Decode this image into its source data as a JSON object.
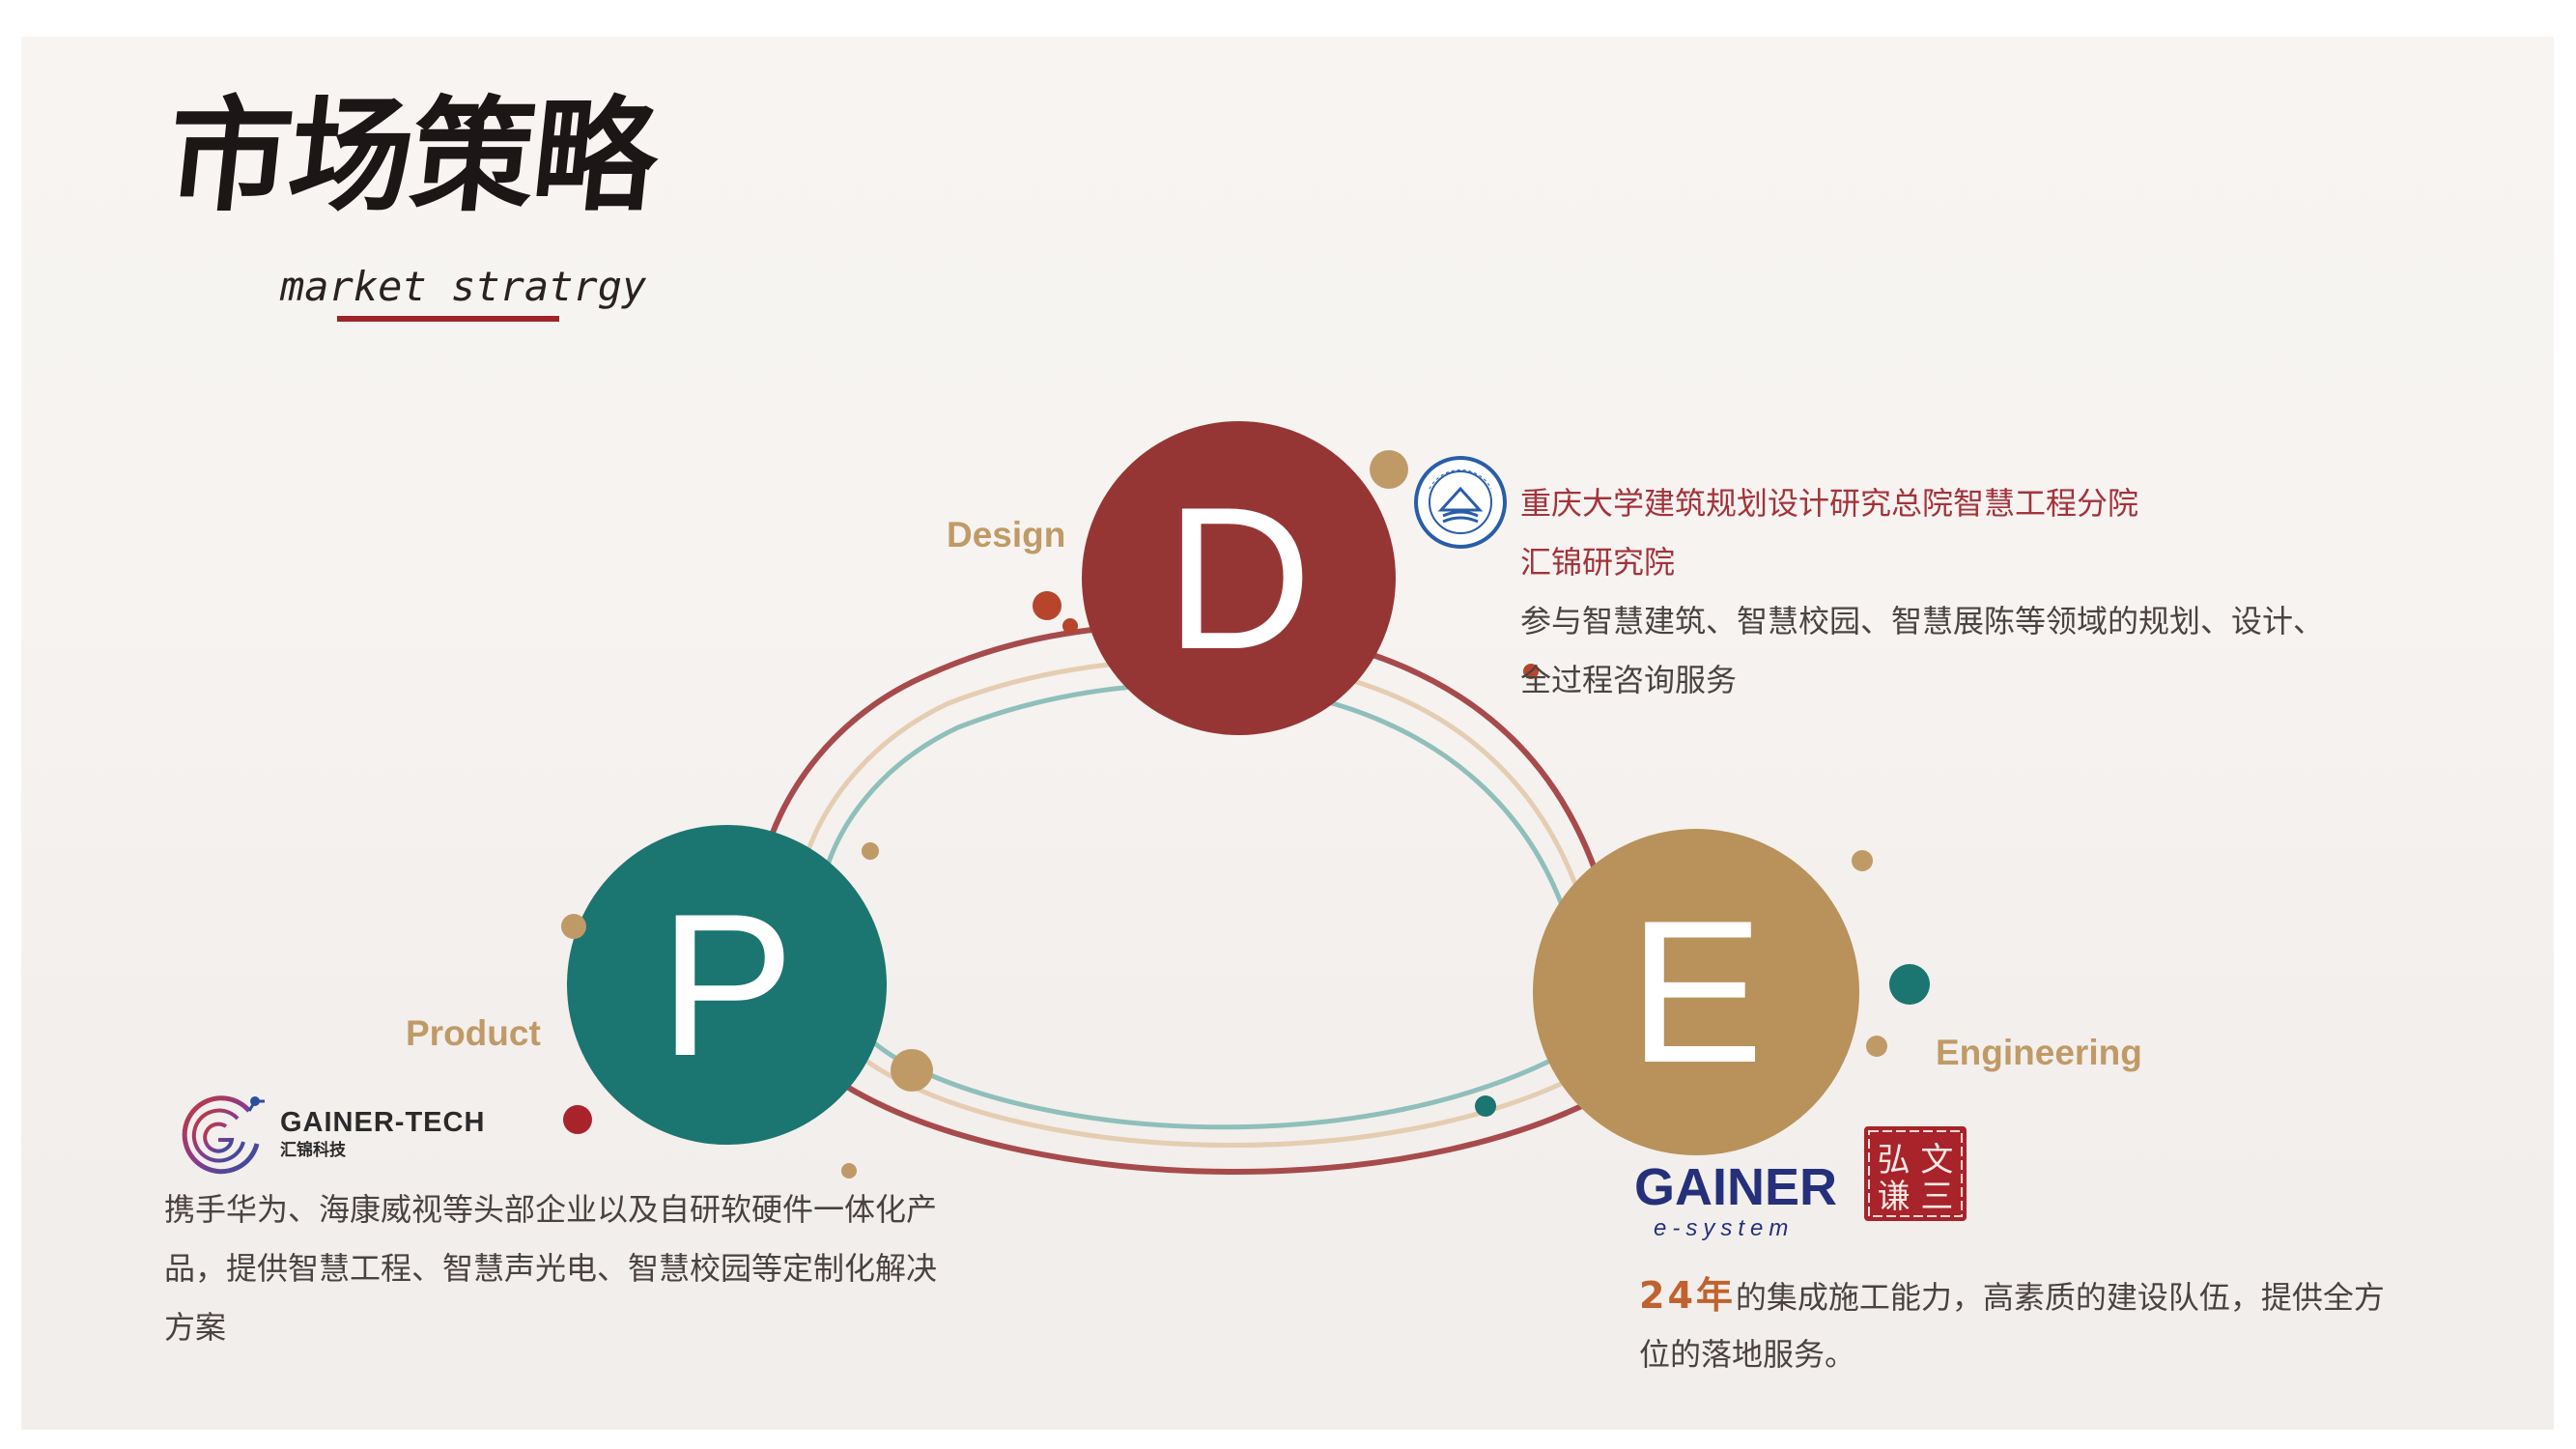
{
  "title": {
    "cn": "市场策略",
    "en": "market stratrgy"
  },
  "design": {
    "letter": "D",
    "label": "Design",
    "org_line1": "重庆大学建筑规划设计研究总院智慧工程分院",
    "org_line2": "汇锦研究院",
    "desc_line1": "参与智慧建筑、智慧校园、智慧展陈等领域的规划、设计、",
    "desc_line2": "全过程咨询服务"
  },
  "product": {
    "letter": "P",
    "label": "Product",
    "logo_name": "GAINER-TECH",
    "logo_sub": "汇锦科技",
    "desc_line1": "携手华为、海康威视等头部企业以及自研软硬件一体化产",
    "desc_line2": "品，提供智慧工程、智慧声光电、智慧校园等定制化解决",
    "desc_line3": "方案"
  },
  "engineering": {
    "letter": "E",
    "label": "Engineering",
    "logo_name": "GAINER",
    "logo_sub": "e-system",
    "seal_text": "三 弘 谦 文",
    "highlight": "24年",
    "desc_line1": "的集成施工能力，高素质的建设队伍，提供全方",
    "desc_line2": "位的落地服务。"
  },
  "colors": {
    "design": "#963634",
    "product": "#1b7570",
    "engineering": "#b8925a",
    "accent_gold": "#c09a66",
    "title_red": "#a0232a",
    "org_red": "#a3333a",
    "highlight": "#c0622d"
  }
}
